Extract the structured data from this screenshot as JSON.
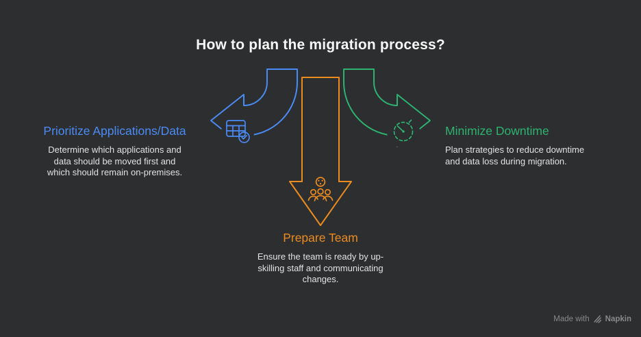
{
  "title": "How to plan the migration process?",
  "colors": {
    "background": "#2c2e30",
    "blue": "#4b8bf5",
    "green": "#2eb270",
    "orange": "#ec8c20",
    "title_text": "#f7f7f7",
    "body_text": "#e2e2e2",
    "watermark": "#87898b"
  },
  "steps": [
    {
      "id": "prioritize-applications-data",
      "heading": "Prioritize Applications/Data",
      "body": "Determine which applications and\ndata should be moved first and\nwhich should remain on-premises.",
      "accent": "blue",
      "icon": "table-check-icon",
      "arrow": "curved-arrow-pointing-left"
    },
    {
      "id": "prepare-team",
      "heading": "Prepare Team",
      "body": "Ensure the team is ready by up-\nskilling staff and communicating\nchanges.",
      "accent": "orange",
      "icon": "team-icon",
      "arrow": "straight-arrow-pointing-down"
    },
    {
      "id": "minimize-downtime",
      "heading": "Minimize Downtime",
      "body": "Plan strategies to reduce downtime\nand data loss during migration.",
      "accent": "green",
      "icon": "timer-icon",
      "arrow": "curved-arrow-pointing-right"
    }
  ],
  "watermark": {
    "prefix": "Made with",
    "brand": "Napkin"
  }
}
